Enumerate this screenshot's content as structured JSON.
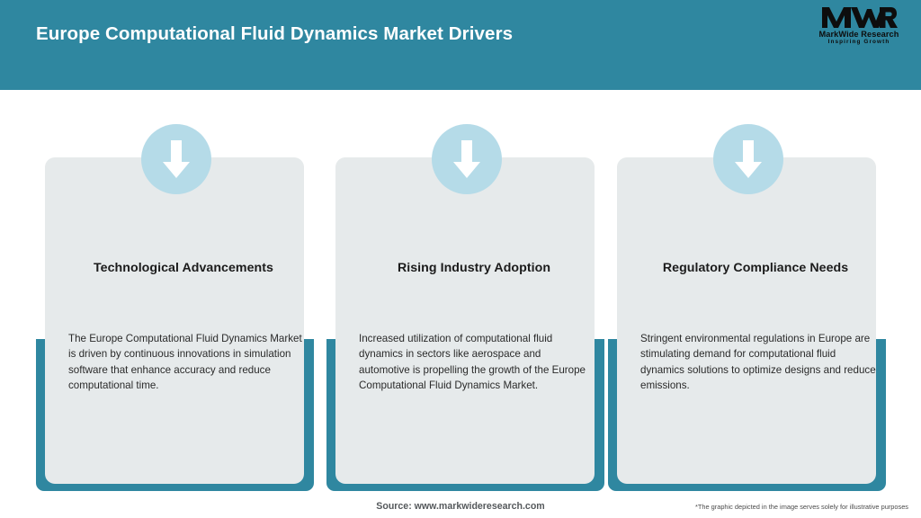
{
  "header": {
    "title": "Europe Computational Fluid Dynamics Market Drivers",
    "bg_color": "#2f87a0",
    "title_color": "#ffffff"
  },
  "logo": {
    "mark_text": "MWR",
    "name": "MarkWide Research",
    "tagline": "Inspiring Growth",
    "mark_color": "#0d0d0d"
  },
  "theme": {
    "teal": "#2f87a0",
    "light_blue": "#b5dbe8",
    "card_gray": "#e6eaeb",
    "heading_text": "#1b1b1b",
    "body_text": "#2a2a2a",
    "page_bg": "#ffffff"
  },
  "cards": [
    {
      "icon": "arrow-down-icon",
      "title": "Technological Advancements",
      "body": "The Europe Computational Fluid Dynamics Market is driven by continuous innovations in simulation software that enhance accuracy and reduce computational time."
    },
    {
      "icon": "arrow-down-icon",
      "title": "Rising Industry Adoption",
      "body": "Increased utilization of computational fluid dynamics in sectors like aerospace and automotive is propelling the growth of the Europe Computational Fluid Dynamics Market."
    },
    {
      "icon": "arrow-down-icon",
      "title": "Regulatory Compliance Needs",
      "body": "Stringent environmental regulations in Europe are stimulating demand for computational fluid dynamics solutions to optimize designs and reduce emissions."
    }
  ],
  "footer": {
    "source": "Source: www.markwideresearch.com",
    "disclaimer": "*The graphic depicted in the image serves solely for illustrative purposes"
  }
}
